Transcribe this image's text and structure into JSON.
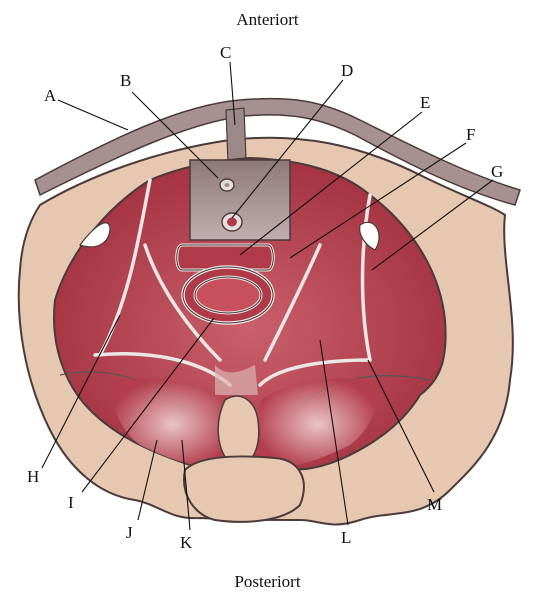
{
  "orientation": {
    "top": "Anteriort",
    "bottom": "Posteriort"
  },
  "labels": {
    "A": "A",
    "B": "B",
    "C": "C",
    "D": "D",
    "E": "E",
    "F": "F",
    "G": "G",
    "H": "H",
    "I": "I",
    "J": "J",
    "K": "K",
    "L": "L",
    "M": "M"
  },
  "colors": {
    "bone": "#e6c7b0",
    "muscle": "#b03a48",
    "muscle_dark": "#8f2433",
    "muscle_light": "#d9a3a8",
    "gray_tissue": "#9c8a8a",
    "outline": "#4a3a3a"
  }
}
